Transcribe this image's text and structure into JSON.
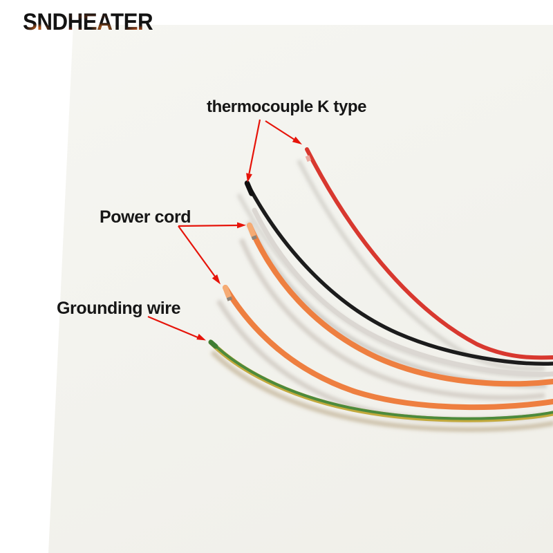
{
  "logo": {
    "text": "SNDHEATER"
  },
  "annotations": {
    "arrow_color": "#e6140a",
    "thermocouple": {
      "label": "thermocouple K type"
    },
    "power_cord": {
      "label": "Power cord"
    },
    "grounding": {
      "label": "Grounding wire"
    }
  },
  "wires": {
    "red": {
      "name": "thermocouple red wire",
      "color": "#d8382f",
      "tip_color": "#eba9a0"
    },
    "black": {
      "name": "thermocouple black wire",
      "color": "#1c1c1c",
      "tip_color": "#111111"
    },
    "white": {
      "name": "white power wire",
      "color": "#dbd7d2"
    },
    "orange_upper": {
      "name": "orange power cord wire",
      "color": "#ee7f40",
      "tip_color": "#f5ab74",
      "band_color": "#8d8378"
    },
    "orange_lower": {
      "name": "orange power cord wire",
      "color": "#ee7f40",
      "tip_color": "#f5ab74",
      "band_color": "#8d8378"
    },
    "ground": {
      "name": "yellow-green grounding wire",
      "yellow_color": "#c2a93c",
      "green_color": "#4c8a3c",
      "tip_color": "#3f7d33"
    }
  },
  "background": {
    "page": "#ffffff",
    "photo": "#f3f3ee"
  }
}
